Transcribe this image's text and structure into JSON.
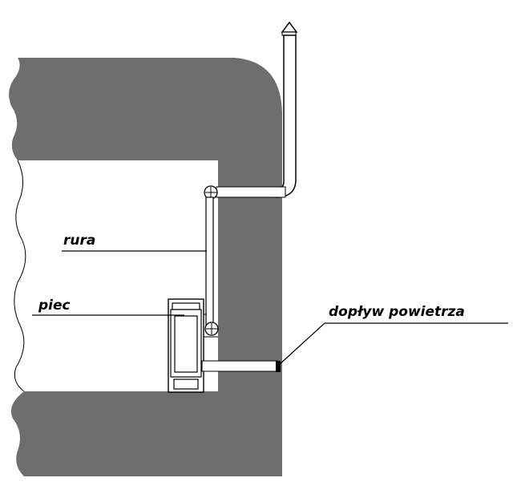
{
  "labels": {
    "rura": "rura",
    "piec": "piec",
    "doplyw": "dopływ powietrza"
  },
  "colors": {
    "wall": "#6e6e6e",
    "line": "#000000",
    "background": "#ffffff"
  }
}
